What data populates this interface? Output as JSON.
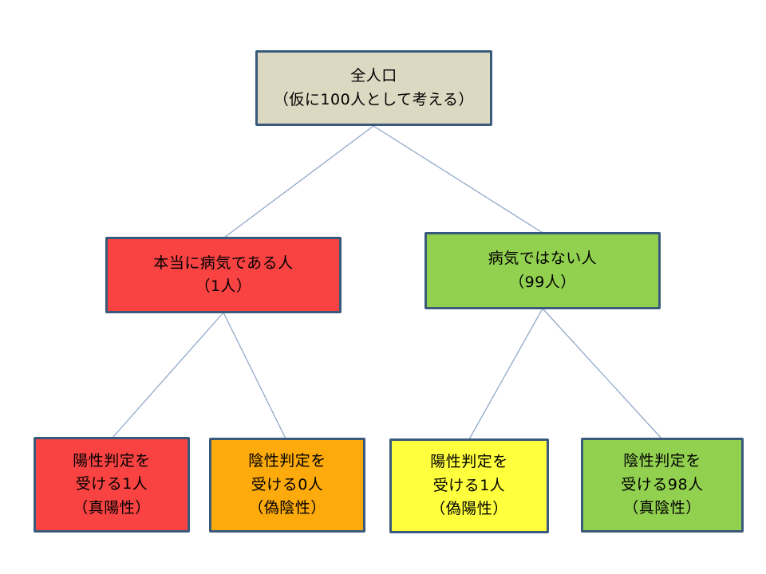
{
  "diagram": {
    "title": "population-test-tree",
    "colors": {
      "border": "#3a5a7c",
      "connector": "#92a9c7",
      "background": "#ffffff",
      "text": "#000000",
      "tan": "#ddd8c2",
      "red": "#f94343",
      "green": "#92d050",
      "orange": "#fcaa0c",
      "yellow": "#ffff3d"
    },
    "nodes": {
      "root": {
        "lines": [
          "全人口",
          "（仮に100人として考える）"
        ],
        "fill": "#ddd8c2"
      },
      "diseased": {
        "lines": [
          "本当に病気である人",
          "（1人）"
        ],
        "fill": "#f94343"
      },
      "healthy": {
        "lines": [
          "病気ではない人",
          "（99人）"
        ],
        "fill": "#92d050"
      },
      "true_positive": {
        "lines": [
          "陽性判定を",
          "受ける1人",
          "（真陽性）"
        ],
        "fill": "#f94343"
      },
      "false_negative": {
        "lines": [
          "陰性判定を",
          "受ける0人",
          "（偽陰性）"
        ],
        "fill": "#fcaa0c"
      },
      "false_positive": {
        "lines": [
          "陽性判定を",
          "受ける1人",
          "（偽陽性）"
        ],
        "fill": "#ffff3d"
      },
      "true_negative": {
        "lines": [
          "陰性判定を",
          "受ける98人",
          "（真陰性）"
        ],
        "fill": "#92d050"
      }
    },
    "edges": [
      [
        "root",
        "diseased"
      ],
      [
        "root",
        "healthy"
      ],
      [
        "diseased",
        "true_positive"
      ],
      [
        "diseased",
        "false_negative"
      ],
      [
        "healthy",
        "false_positive"
      ],
      [
        "healthy",
        "true_negative"
      ]
    ]
  }
}
